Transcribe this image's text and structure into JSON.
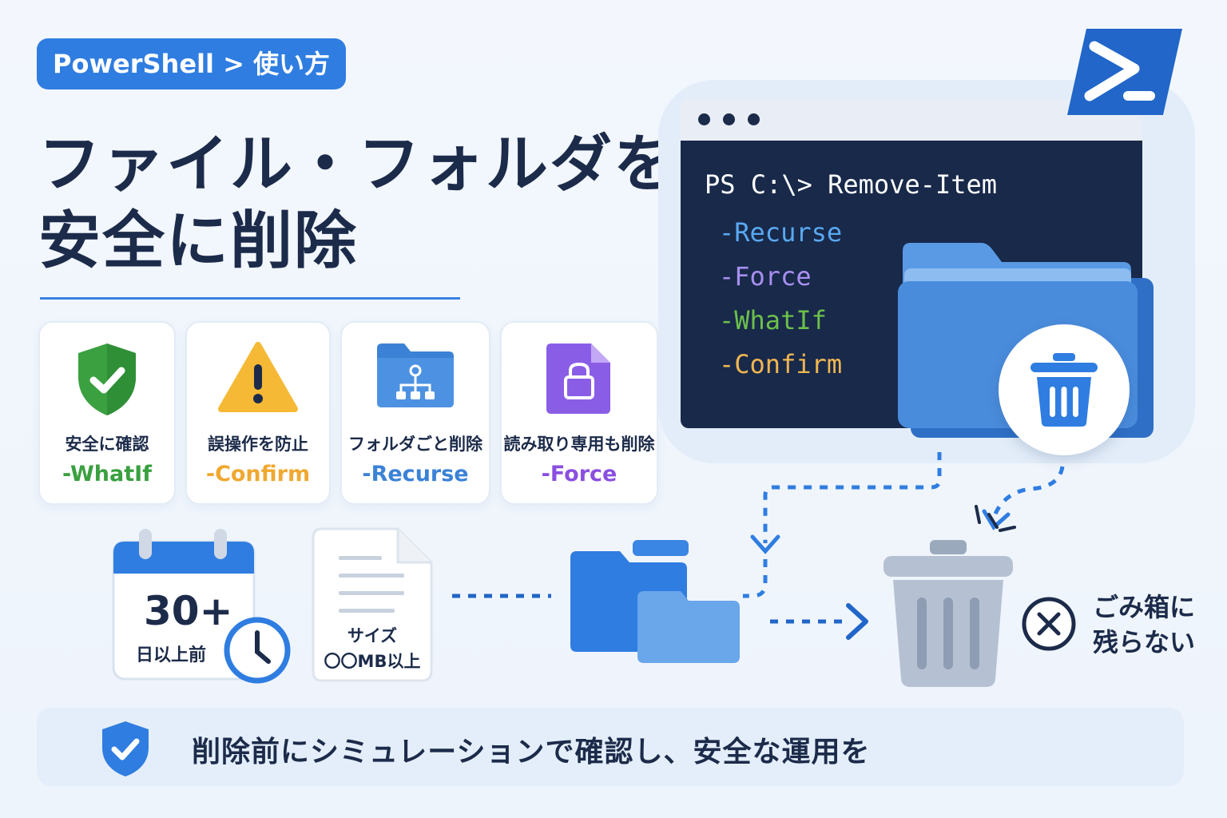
{
  "breadcrumb": "PowerShell > 使い方",
  "title": {
    "line1": "ファイル・フォルダを",
    "line2": "安全に削除"
  },
  "cards": [
    {
      "label": "安全に確認",
      "flag": "-WhatIf",
      "icon": "shield-check-icon",
      "color": "#3aa040"
    },
    {
      "label": "誤操作を防止",
      "flag": "-Confirm",
      "icon": "warning-icon",
      "color": "#f0a830"
    },
    {
      "label": "フォルダごと削除",
      "flag": "-Recurse",
      "icon": "folder-tree-icon",
      "color": "#3b82d6"
    },
    {
      "label": "読み取り専用も削除",
      "flag": "-Force",
      "icon": "locked-file-icon",
      "color": "#8a4fe0"
    }
  ],
  "terminal": {
    "prompt": "PS C:\\> Remove-Item",
    "params": [
      {
        "text": "-Recurse",
        "color": "#5aa8f0"
      },
      {
        "text": "-Force",
        "color": "#a98ff0"
      },
      {
        "text": "-WhatIf",
        "color": "#6cc04a"
      },
      {
        "text": "-Confirm",
        "color": "#f0b650"
      }
    ]
  },
  "conditions": {
    "days_value": "30+",
    "days_label": "日以上前",
    "size_label_1": "サイズ",
    "size_label_2": "〇〇MB以上"
  },
  "no_recycle": {
    "line1": "ごみ箱に",
    "line2": "残らない"
  },
  "banner": "削除前にシミュレーションで確認し、安全な運用を",
  "colors": {
    "accent": "#2f7de1",
    "navy": "#1c2b4a",
    "terminal_bg": "#18294a"
  }
}
